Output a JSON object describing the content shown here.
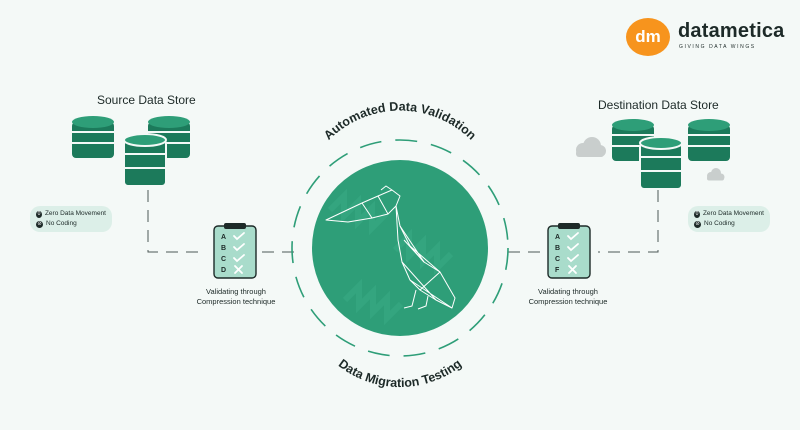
{
  "brand": {
    "logo_letters": "dm",
    "name": "datametica",
    "tagline": "GIVING DATA WINGS",
    "accent_color": "#f7941d"
  },
  "colors": {
    "green": "#2e9e78",
    "dark_green": "#1c7a5b",
    "line": "#4d5957"
  },
  "source": {
    "title": "Source Data Store",
    "features": [
      {
        "icon": "zero-icon",
        "label": "Zero Data Movement"
      },
      {
        "icon": "no-code-icon",
        "label": "No Coding"
      }
    ],
    "checklist": [
      "A",
      "B",
      "C",
      "D"
    ],
    "checklist_marks": [
      "check",
      "check",
      "check",
      "cross"
    ],
    "caption_line1": "Validating through",
    "caption_line2": "Compression technique"
  },
  "destination": {
    "title": "Destination Data Store",
    "features": [
      {
        "icon": "zero-icon",
        "label": "Zero Data Movement"
      },
      {
        "icon": "no-code-icon",
        "label": "No Coding"
      }
    ],
    "checklist": [
      "A",
      "B",
      "C",
      "F"
    ],
    "checklist_marks": [
      "check",
      "check",
      "check",
      "cross"
    ],
    "caption_line1": "Validating through",
    "caption_line2": "Compression technique"
  },
  "center": {
    "top_label": "Automated Data Validation",
    "bottom_label": "Data Migration Testing",
    "mascot": "pelican-icon"
  }
}
